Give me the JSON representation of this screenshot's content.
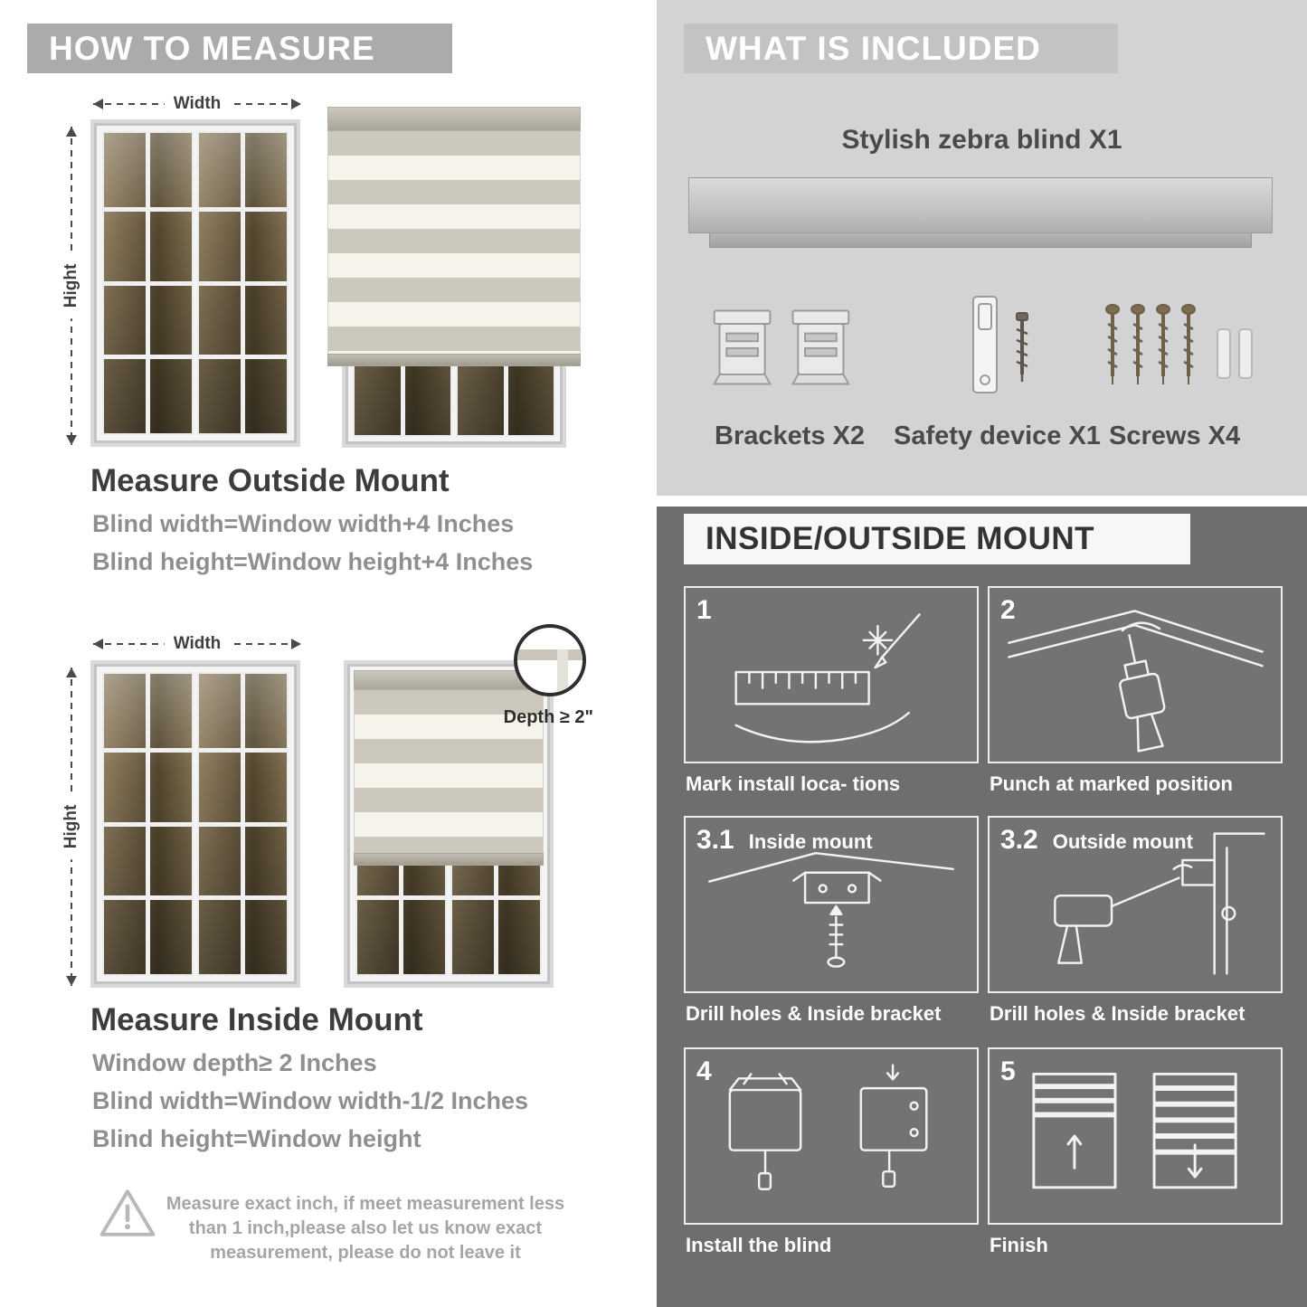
{
  "measure": {
    "header": "HOW TO MEASURE",
    "outside": {
      "title": "Measure Outside Mount",
      "line1": "Blind width=Window width+4 Inches",
      "line2": "Blind height=Window height+4 Inches",
      "width_label": "Width",
      "height_label": "Hight"
    },
    "inside": {
      "title": "Measure Inside Mount",
      "line1": "Window depth≥ 2 Inches",
      "line2": "Blind width=Window width-1/2 Inches",
      "line3": "Blind height=Window height",
      "width_label": "Width",
      "height_label": "Hight",
      "depth_label": "Depth ≥ 2\""
    },
    "note_line1": "Measure exact inch, if meet measurement less",
    "note_line2": "than 1 inch,please also let us know exact",
    "note_line3": "measurement, please do not leave it"
  },
  "included": {
    "header": "WHAT IS INCLUDED",
    "product_label": "Stylish zebra blind X1",
    "items": [
      {
        "label": "Brackets X2"
      },
      {
        "label": "Safety device X1"
      },
      {
        "label": "Screws X4"
      }
    ]
  },
  "mount": {
    "header": "INSIDE/OUTSIDE MOUNT",
    "steps": [
      {
        "num": "1",
        "title": "",
        "caption": "Mark install loca- tions"
      },
      {
        "num": "2",
        "title": "",
        "caption": "Punch at marked position"
      },
      {
        "num": "3.1",
        "title": "Inside mount",
        "caption": "Drill holes & Inside bracket"
      },
      {
        "num": "3.2",
        "title": "Outside mount",
        "caption": "Drill holes & Inside bracket"
      },
      {
        "num": "4",
        "title": "",
        "caption": "Install the blind"
      },
      {
        "num": "5",
        "title": "",
        "caption": "Finish"
      }
    ]
  }
}
